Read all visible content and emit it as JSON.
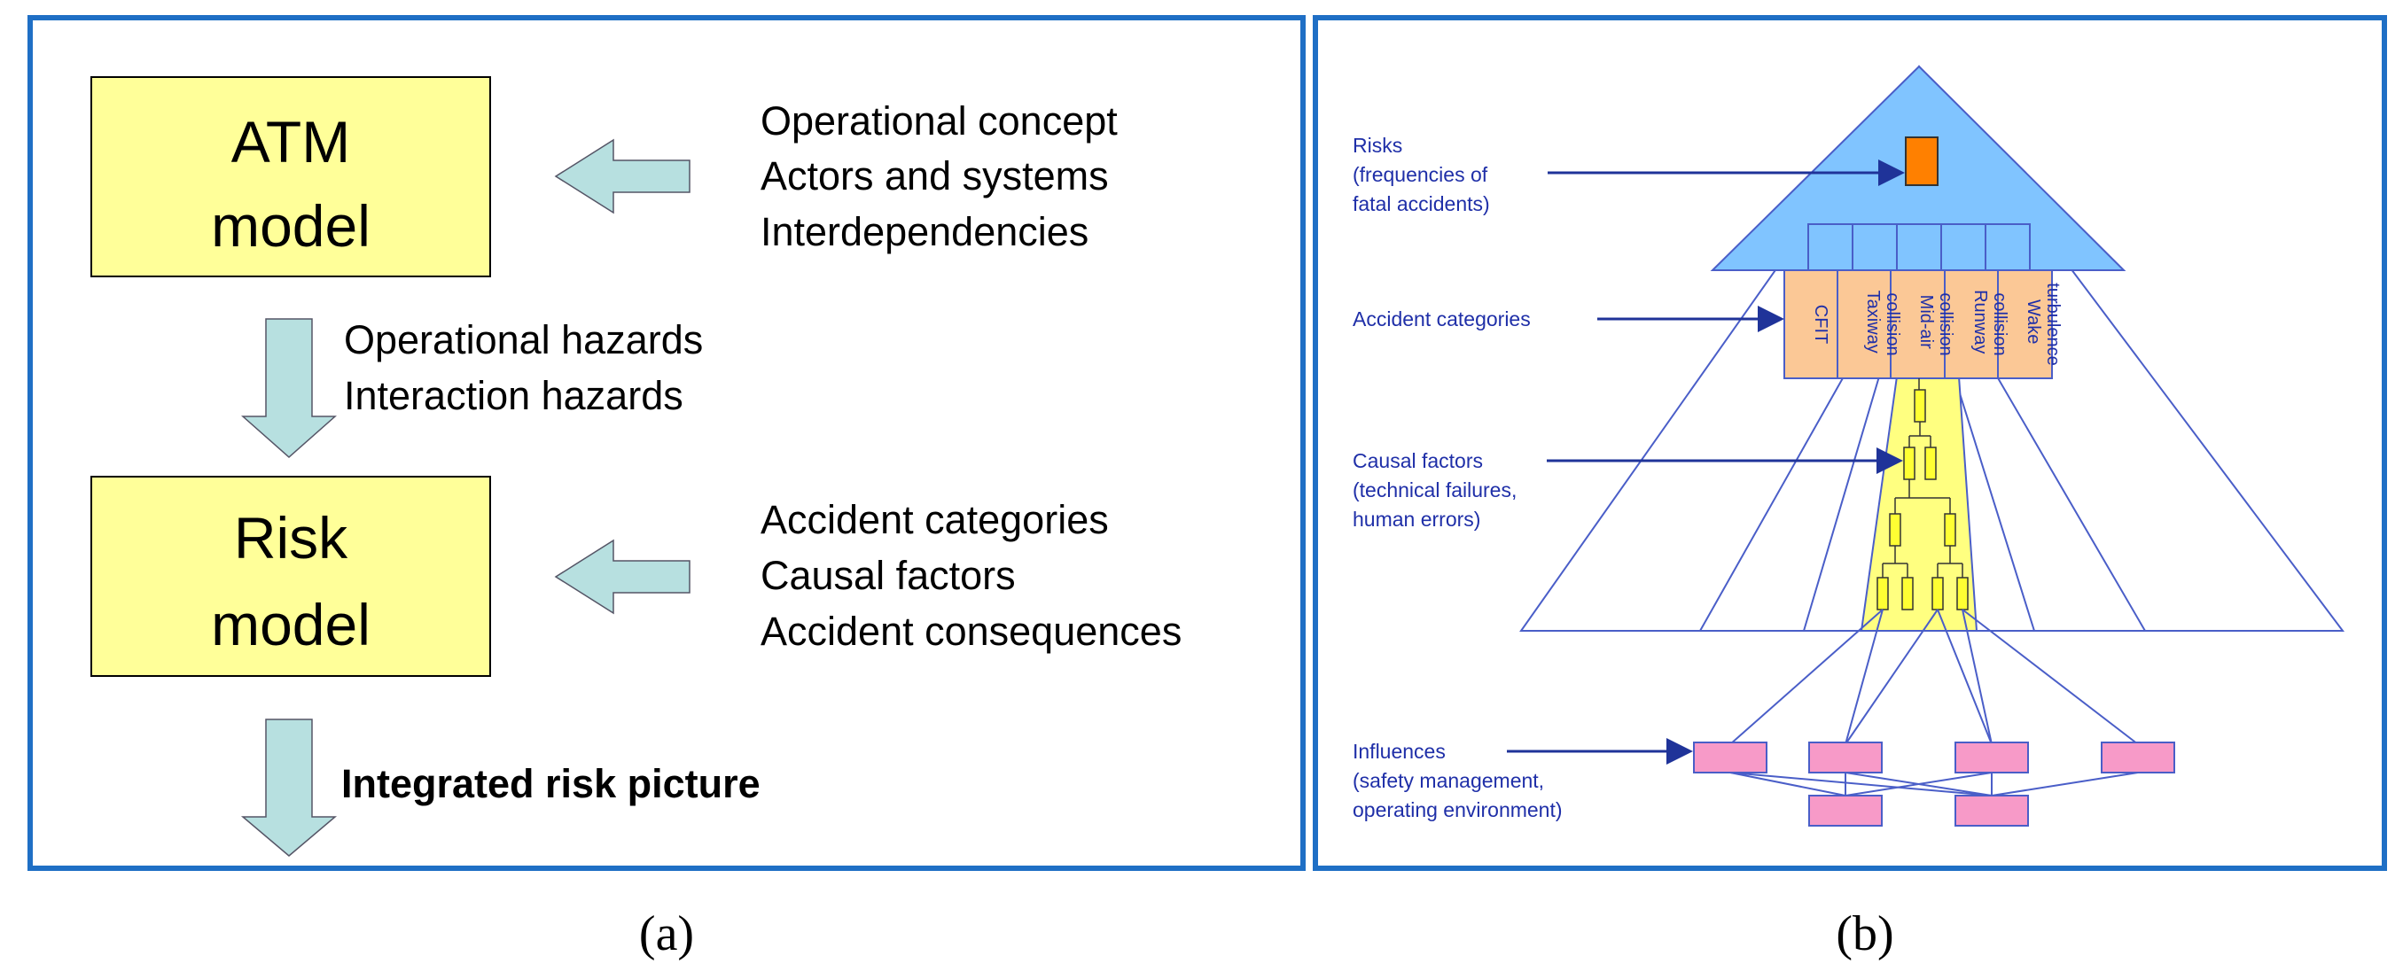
{
  "panel_a": {
    "atm_box": {
      "line1": "ATM",
      "line2": "model"
    },
    "atm_inputs": [
      "Operational concept",
      "Actors and systems",
      "Interdependencies"
    ],
    "hazards": [
      "Operational hazards",
      "Interaction hazards"
    ],
    "risk_box": {
      "line1": "Risk",
      "line2": "model"
    },
    "risk_inputs": [
      "Accident categories",
      "Causal factors",
      "Accident consequences"
    ],
    "output": "Integrated risk picture",
    "caption": "(a)"
  },
  "panel_b": {
    "labels": {
      "risks": [
        "Risks",
        "(frequencies of",
        "fatal accidents)"
      ],
      "accident_categories": [
        "Accident categories"
      ],
      "causal_factors": [
        "Causal factors",
        "(technical failures,",
        "human errors)"
      ],
      "influences": [
        "Influences",
        "(safety management,",
        "operating environment)"
      ]
    },
    "categories": [
      [
        "CFIT"
      ],
      [
        "Taxiway",
        "collision"
      ],
      [
        "Mid-air",
        "collision"
      ],
      [
        "Runway",
        "collision"
      ],
      [
        "Wake",
        "turbulence"
      ]
    ],
    "caption": "(b)"
  },
  "colors": {
    "frame": "#1f6fc5",
    "box_yellow": "#ffff99",
    "arrow_fill": "#b7e0e0",
    "tri_blue": "#80c4ff",
    "risk_orange": "#ff8000",
    "cat_fill": "#fbc896",
    "causal_yellow": "#ffff80",
    "influence_pink": "#f79ac8",
    "label_blue": "#1f2fa8",
    "line_blue": "#4a5ec8",
    "arrow_navy": "#1f3399"
  }
}
